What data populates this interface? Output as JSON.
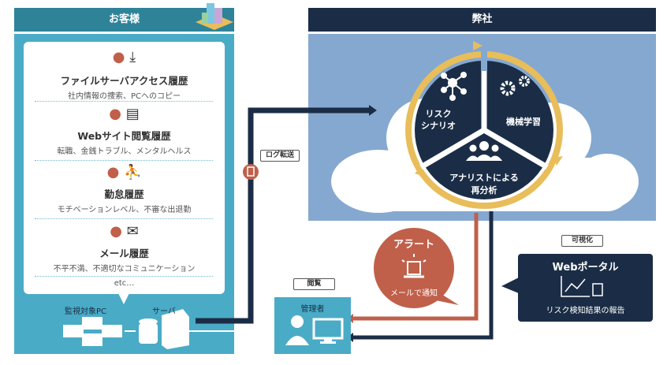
{
  "customer": {
    "title": "お客様",
    "items": [
      {
        "title": "ファイルサーバアクセス履歴",
        "sub": "社内情報の捜索、PCへのコピー",
        "icon": "download-icon"
      },
      {
        "title": "Webサイト閲覧履歴",
        "sub": "転職、金銭トラブル、メンタルヘルス",
        "icon": "browser-icon"
      },
      {
        "title": "勤怠履歴",
        "sub": "モチベーションレベル、不審な出退勤",
        "icon": "worker-icon"
      },
      {
        "title": "メール履歴",
        "sub": "不平不満、不適切なコミュニケーション",
        "icon": "mail-icon"
      }
    ],
    "etc": "etc…",
    "pc_label": "監視対象PC",
    "server_label": "サーバ"
  },
  "company": {
    "title": "弊社",
    "segments": {
      "risk": "リスク\nシナリオ",
      "ml": "機械学習",
      "analyst_1": "アナリストによる",
      "analyst_2": "再分析"
    }
  },
  "log_transfer": "ログ転送",
  "view_tag": "閲覧",
  "admin_label": "管理者",
  "alert": {
    "title": "アラート",
    "sub": "メールで通知"
  },
  "visual_tag": "可視化",
  "portal": {
    "title": "Webポータル",
    "sub": "リスク検知結果の報告"
  },
  "colors": {
    "teal": "#4aabc6",
    "teal_dark": "#2e8399",
    "navy": "#1b2d46",
    "sky": "#85a8d0",
    "gold": "#e8bd5a",
    "red": "#c0604a"
  }
}
